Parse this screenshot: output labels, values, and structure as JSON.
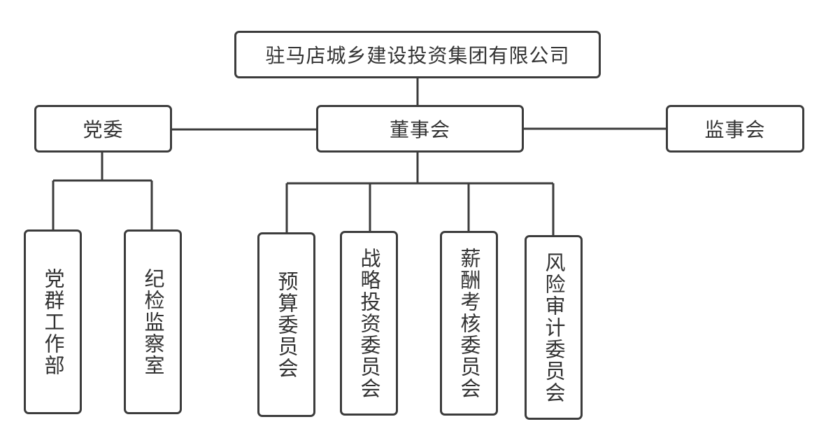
{
  "org_chart": {
    "root": "驻马店城乡建设投资集团有限公司",
    "party_committee": {
      "label": "党委",
      "children": [
        "党群工作部",
        "纪检监察室"
      ]
    },
    "board": {
      "label": "董事会",
      "committees": [
        "预算委员会",
        "战略投资委员会",
        "薪酬考核委员会",
        "风险审计委员会"
      ]
    },
    "supervisory_board": {
      "label": "监事会"
    }
  },
  "colors": {
    "line": "#3c3c3c",
    "text": "#333333",
    "background": "#ffffff"
  }
}
